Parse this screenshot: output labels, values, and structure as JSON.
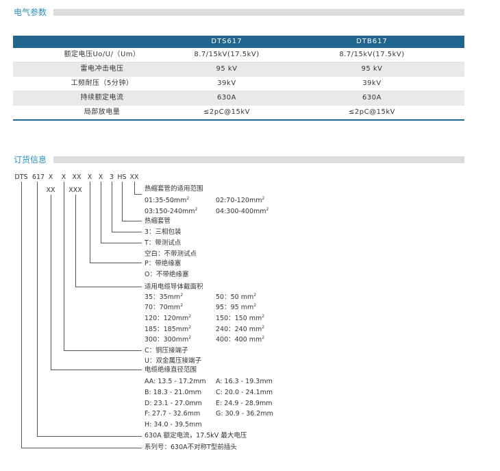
{
  "sections": {
    "electrical": "电气参数",
    "ordering": "订货信息"
  },
  "spec": {
    "headers": [
      "",
      "DTS617",
      "DTB617"
    ],
    "rows": [
      [
        "额定电压Uo/U/（Um）",
        "8.7/15kV(17.5kV)",
        "8.7/15kV(17.5kV)"
      ],
      [
        "雷电冲击电压",
        "95 kV",
        "95 kV"
      ],
      [
        "工频耐压（5分钟）",
        "39kV",
        "39kV"
      ],
      [
        "持续额定电流",
        "630A",
        "630A"
      ],
      [
        "局部放电量",
        "≤2pC@15kV",
        "≤2pC@15kV"
      ]
    ]
  },
  "ordering": {
    "code_top": [
      "DTS",
      "617",
      "X",
      "X",
      "XX",
      "X",
      "X",
      "3",
      "HS",
      "XX"
    ],
    "code_sub": [
      "XX",
      "XXX"
    ],
    "labels": {
      "sleeve_range": "热缩套管的适用范围",
      "sleeve": "热缩套管",
      "three_phase": "3：三相包装",
      "test_point": "T：带测试点",
      "no_test_point": "空白：不带测试点",
      "with_plug": "P：带绝缘塞",
      "without_plug": "O：不带绝缘塞",
      "cable_section": "适用电缆导体截面积",
      "copper_terminal": "C：铜压接端子",
      "bimetal_terminal": "U：双金属压接端子",
      "insulation_diameter": "电缆绝缘直径范围",
      "rating": "630A 额定电流，17.5kV 最大电压",
      "series": "系列号：630A不对称T型前插头"
    },
    "sleeve_ranges": [
      [
        "01:35-50mm",
        "02:70-120mm"
      ],
      [
        "03:150-240mm",
        "04:300-400mm"
      ]
    ],
    "sections": [
      [
        "35：35mm",
        "50：50 mm"
      ],
      [
        "70：70mm",
        "95：95 mm"
      ],
      [
        "120：120mm",
        "150：150 mm"
      ],
      [
        "185：185mm",
        "240：240 mm"
      ],
      [
        "300：300mm",
        "400：400 mm"
      ]
    ],
    "sup2": "2",
    "diameters": [
      [
        "AA: 13.5 - 17.2mm",
        "A: 16.3 - 19.3mm"
      ],
      [
        "B: 18.3 - 21.0mm",
        "C: 20.0 - 24.1mm"
      ],
      [
        "D: 23.1 - 27.0mm",
        "E: 24.9 - 28.9mm"
      ],
      [
        "F: 27.7 - 32.6mm",
        "G: 30.9 - 36.2mm"
      ],
      [
        "H: 34.0 - 39.5mm",
        ""
      ]
    ]
  }
}
